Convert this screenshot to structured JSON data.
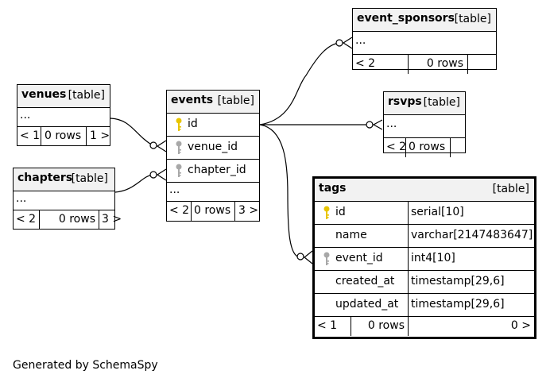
{
  "tables": {
    "event_sponsors": {
      "name": "event_sponsors",
      "type": "[table]",
      "body": "...",
      "prev": "< 2",
      "rows": "0 rows",
      "next": ""
    },
    "venues": {
      "name": "venues",
      "type": "[table]",
      "body": "...",
      "prev": "< 1",
      "rows": "0 rows",
      "next": "1 >"
    },
    "events": {
      "name": "events",
      "type": "[table]",
      "columns": [
        {
          "name": "id",
          "key": "primary"
        },
        {
          "name": "venue_id",
          "key": "foreign"
        },
        {
          "name": "chapter_id",
          "key": "foreign"
        }
      ],
      "body": "...",
      "prev": "< 2",
      "rows": "0 rows",
      "next": "3 >"
    },
    "rsvps": {
      "name": "rsvps",
      "type": "[table]",
      "body": "...",
      "prev": "< 2",
      "rows": "0 rows",
      "next": ""
    },
    "chapters": {
      "name": "chapters",
      "type": "[table]",
      "body": "...",
      "prev": "< 2",
      "rows": "0 rows",
      "next": "3 >"
    },
    "tags": {
      "name": "tags",
      "type": "[table]",
      "columns": [
        {
          "name": "id",
          "datatype": "serial[10]",
          "key": "primary"
        },
        {
          "name": "name",
          "datatype": "varchar[2147483647]",
          "key": "none"
        },
        {
          "name": "event_id",
          "datatype": "int4[10]",
          "key": "foreign"
        },
        {
          "name": "created_at",
          "datatype": "timestamp[29,6]",
          "key": "none"
        },
        {
          "name": "updated_at",
          "datatype": "timestamp[29,6]",
          "key": "none"
        }
      ],
      "prev": "< 1",
      "rows": "0 rows",
      "next": "0 >"
    }
  },
  "colors": {
    "primary_key": "#e8c500",
    "foreign_key": "#a8a8a8",
    "header_bg": "#f2f2f2"
  },
  "footer": "Generated by SchemaSpy"
}
